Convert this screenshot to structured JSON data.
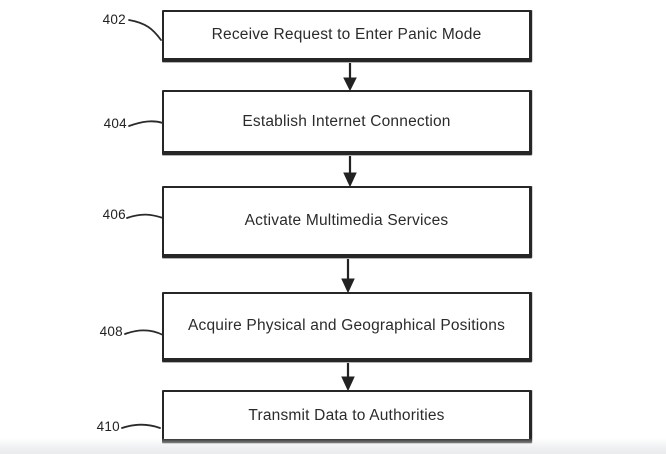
{
  "figure": {
    "type": "flowchart",
    "ink_color": "#262626",
    "background_color": "#ffffff",
    "steps": [
      {
        "ref": "402",
        "label": "Receive Request to Enter Panic Mode"
      },
      {
        "ref": "404",
        "label": "Establish Internet Connection"
      },
      {
        "ref": "406",
        "label": "Activate Multimedia Services"
      },
      {
        "ref": "408",
        "label": "Acquire Physical and Geographical Positions"
      },
      {
        "ref": "410",
        "label": "Transmit Data to Authorities"
      }
    ]
  }
}
